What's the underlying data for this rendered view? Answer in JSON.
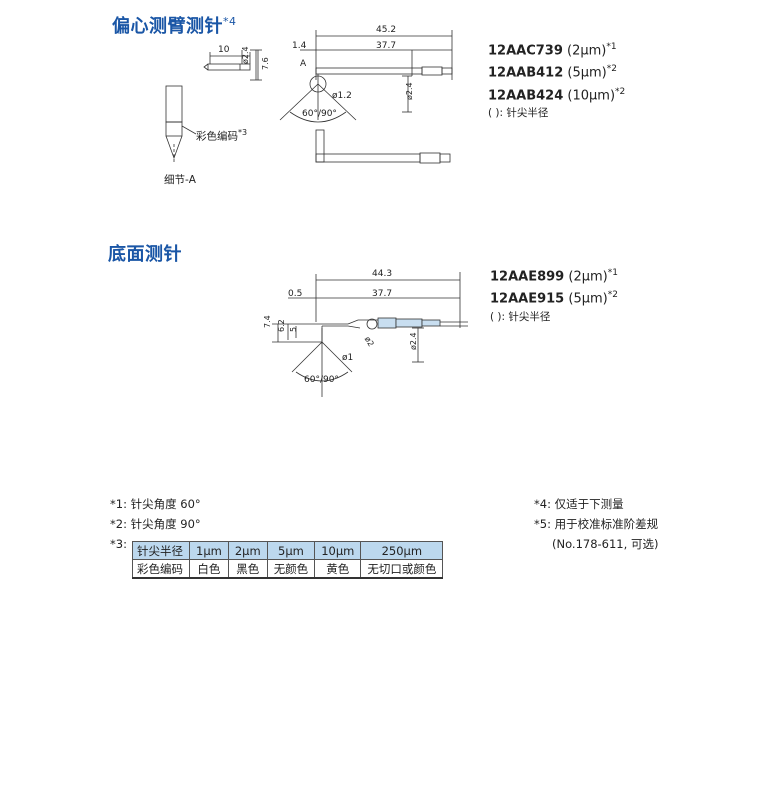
{
  "sections": {
    "offset": {
      "title": "偏心测臂测针",
      "title_sup": "*4",
      "parts": [
        {
          "code": "12AAC739",
          "spec": " (2μm)",
          "sup": "*1"
        },
        {
          "code": "12AAB412",
          "spec": " (5μm)",
          "sup": "*2"
        },
        {
          "code": "12AAB424",
          "spec": " (10μm)",
          "sup": "*2"
        }
      ],
      "legend": "(    ): 针尖半径",
      "dims": {
        "d10": "10",
        "d24": "ø2.4",
        "d76": "7.6",
        "d14": "1.4",
        "d452": "45.2",
        "d377": "37.7",
        "d12": "ø1.2",
        "angle": "60°/90°",
        "d24b": "ø2.4",
        "markA": "A"
      },
      "color_code_label": "彩色编码",
      "color_code_sup": "*3",
      "detail_label": "细节-A"
    },
    "bottom": {
      "title": "底面测针",
      "parts": [
        {
          "code": "12AAE899",
          "spec": " (2μm)",
          "sup": "*1"
        },
        {
          "code": "12AAE915",
          "spec": " (5μm)",
          "sup": "*2"
        }
      ],
      "legend": "(    ): 针尖半径",
      "dims": {
        "d443": "44.3",
        "d05": "0.5",
        "d377": "37.7",
        "d74": "7.4",
        "d62": "6.2",
        "d5": "5",
        "d1": "ø1",
        "d24": "ø2.4",
        "angle": "60°/90°",
        "d2": "ø2"
      }
    }
  },
  "notes_left": [
    {
      "mark": "*1",
      "text": ": 针尖角度 60°"
    },
    {
      "mark": "*2",
      "text": ": 针尖角度 90°"
    },
    {
      "mark": "*3",
      "text": ":"
    }
  ],
  "notes_right": [
    {
      "mark": "*4",
      "text": ": 仅适于下测量"
    },
    {
      "mark": "*5",
      "text": ": 用于校准标准阶差规"
    },
    {
      "mark": "",
      "text": "(No.178-611, 可选)"
    }
  ],
  "color_table": {
    "header": [
      "针尖半径",
      "1μm",
      "2μm",
      "5μm",
      "10μm",
      "250μm"
    ],
    "row": [
      "彩色编码",
      "白色",
      "黑色",
      "无颜色",
      "黄色",
      "无切口或颜色"
    ]
  }
}
